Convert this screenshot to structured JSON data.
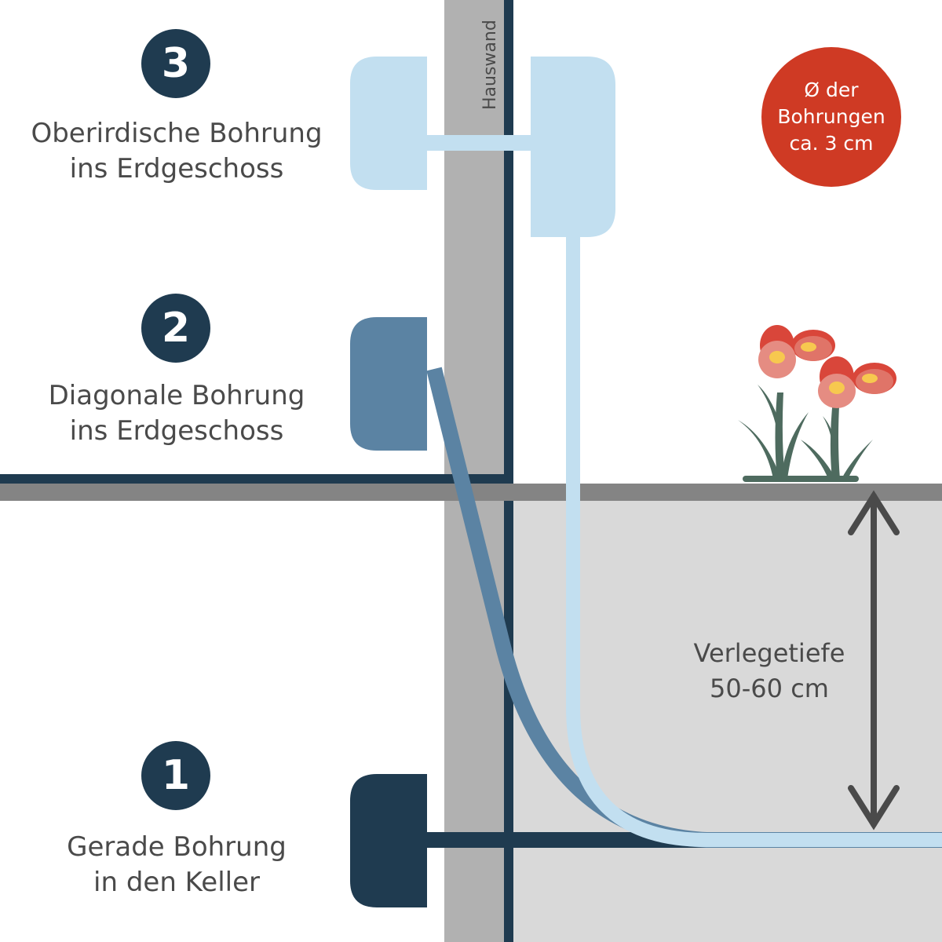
{
  "colors": {
    "dark_navy": "#1f3b50",
    "mid_blue": "#5b83a3",
    "light_blue": "#c2dff0",
    "wall_gray": "#b1b1b1",
    "ground_line": "#848484",
    "soil": "#d9d9d9",
    "text_gray": "#4a4a4a",
    "accent_red": "#cf3a24",
    "stem_green": "#4e6b5f",
    "petal_pink": "#e58c82",
    "petal_red": "#d9463a",
    "petal_yellow": "#f7c84f"
  },
  "wall_label": "Hauswand",
  "drillings": [
    {
      "number": "3",
      "line1": "Oberirdische Bohrung",
      "line2": "ins Erdgeschoss"
    },
    {
      "number": "2",
      "line1": "Diagonale Bohrung",
      "line2": "ins Erdgeschoss"
    },
    {
      "number": "1",
      "line1": "Gerade Bohrung",
      "line2": "in den Keller"
    }
  ],
  "diameter_note": {
    "line1": "Ø der",
    "line2": "Bohrungen",
    "line3": "ca. 3 cm"
  },
  "depth_note": {
    "line1": "Verlegetiefe",
    "line2": "50-60 cm"
  }
}
